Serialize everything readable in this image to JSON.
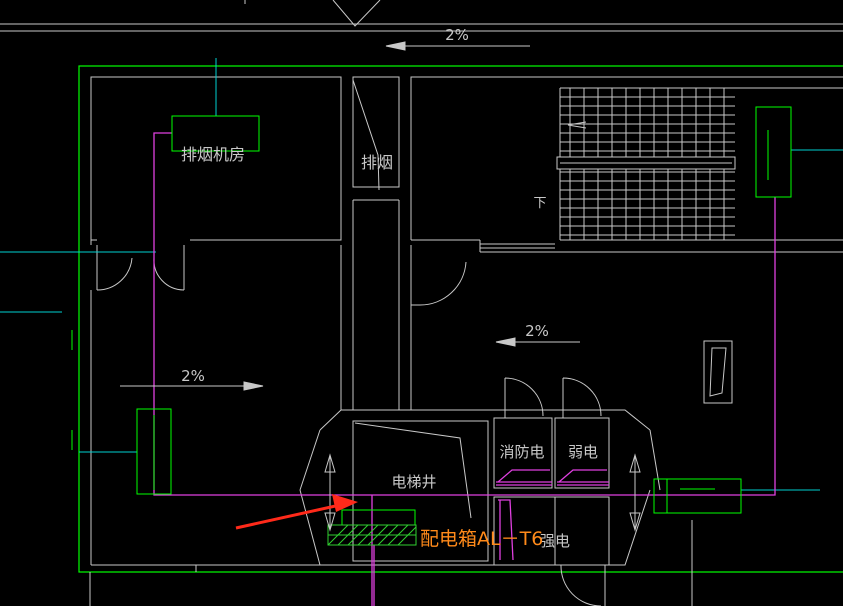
{
  "labels": {
    "slope_top": "2%",
    "slope_mid": "2%",
    "slope_left": "2%",
    "smoke_fan_room": "排烟机房",
    "smoke_shaft": "排烟",
    "down_mark": "下",
    "fire_power": "消防电",
    "weak_power": "弱电",
    "elevator_shaft": "电梯井",
    "strong_power": "强电",
    "distribution_box": "配电箱AL－T6"
  },
  "colors": {
    "background": "#000000",
    "wall": "#c8c8c8",
    "boundary": "#00ff00",
    "pipe": "#e040e0",
    "cyan": "#00d0d0",
    "annotation": "#ff8a1a",
    "arrow": "#ff2a1a",
    "hatch": "#30d030"
  }
}
